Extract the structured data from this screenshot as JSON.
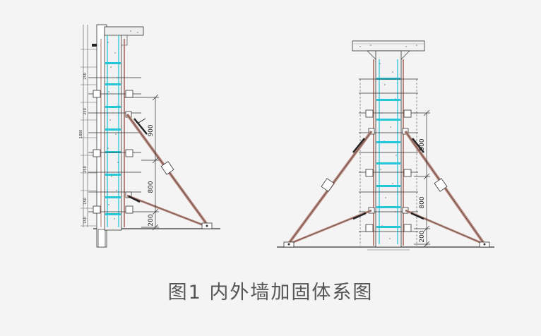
{
  "caption": "图1 内外墙加固体系图",
  "left_drawing": {
    "dimensions": [
      "900",
      "800",
      "200"
    ],
    "small_labels": [
      "1800",
      "250",
      "250",
      "250",
      "150",
      "150"
    ]
  },
  "right_drawing": {
    "dimensions": [
      "900",
      "800",
      "200"
    ]
  },
  "colors": {
    "line": "#333333",
    "brace": "#b8857a",
    "rebar": "#26c6d9",
    "slab": "#aaaaaa"
  }
}
